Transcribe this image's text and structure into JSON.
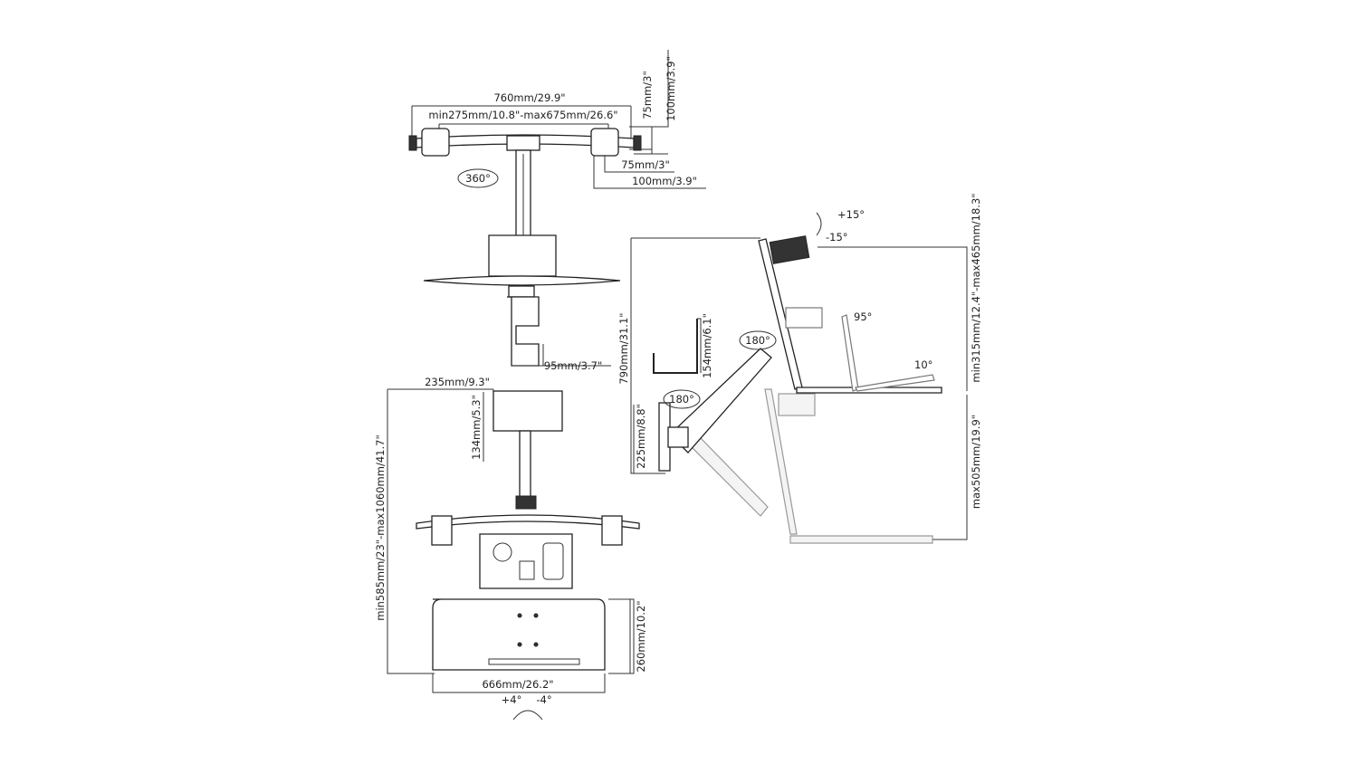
{
  "front_view": {
    "overall_width": "760mm/29.9\"",
    "arm_span": "min275mm/10.8\"-max675mm/26.6\"",
    "vesa_v_small": "75mm/3\"",
    "vesa_v_large": "100mm/3.9\"",
    "vesa_h_small": "75mm/3\"",
    "vesa_h_large": "100mm/3.9\"",
    "rotation": "360°",
    "clamp_depth": "95mm/3.7\""
  },
  "top_view": {
    "box_width": "235mm/9.3\"",
    "box_height": "134mm/5.3\"",
    "total_depth": "min585mm/23\"-max1060mm/41.7\"",
    "tray_depth": "260mm/10.2\"",
    "tray_width": "666mm/26.2\"",
    "tilt_plus": "+4°",
    "tilt_minus": "-4°"
  },
  "side_view": {
    "tilt_plus": "+15°",
    "tilt_minus": "-15°",
    "height_above": "min315mm/12.4\"-max465mm/18.3\"",
    "pole_height": "790mm/31.1\"",
    "bracket_height": "154mm/6.1\"",
    "arm_rotation_top": "180°",
    "arm_rotation_base": "180°",
    "keyboard_angle_95": "95°",
    "keyboard_angle_10": "10°",
    "base_height": "225mm/8.8\"",
    "height_below": "max505mm/19.9\""
  }
}
